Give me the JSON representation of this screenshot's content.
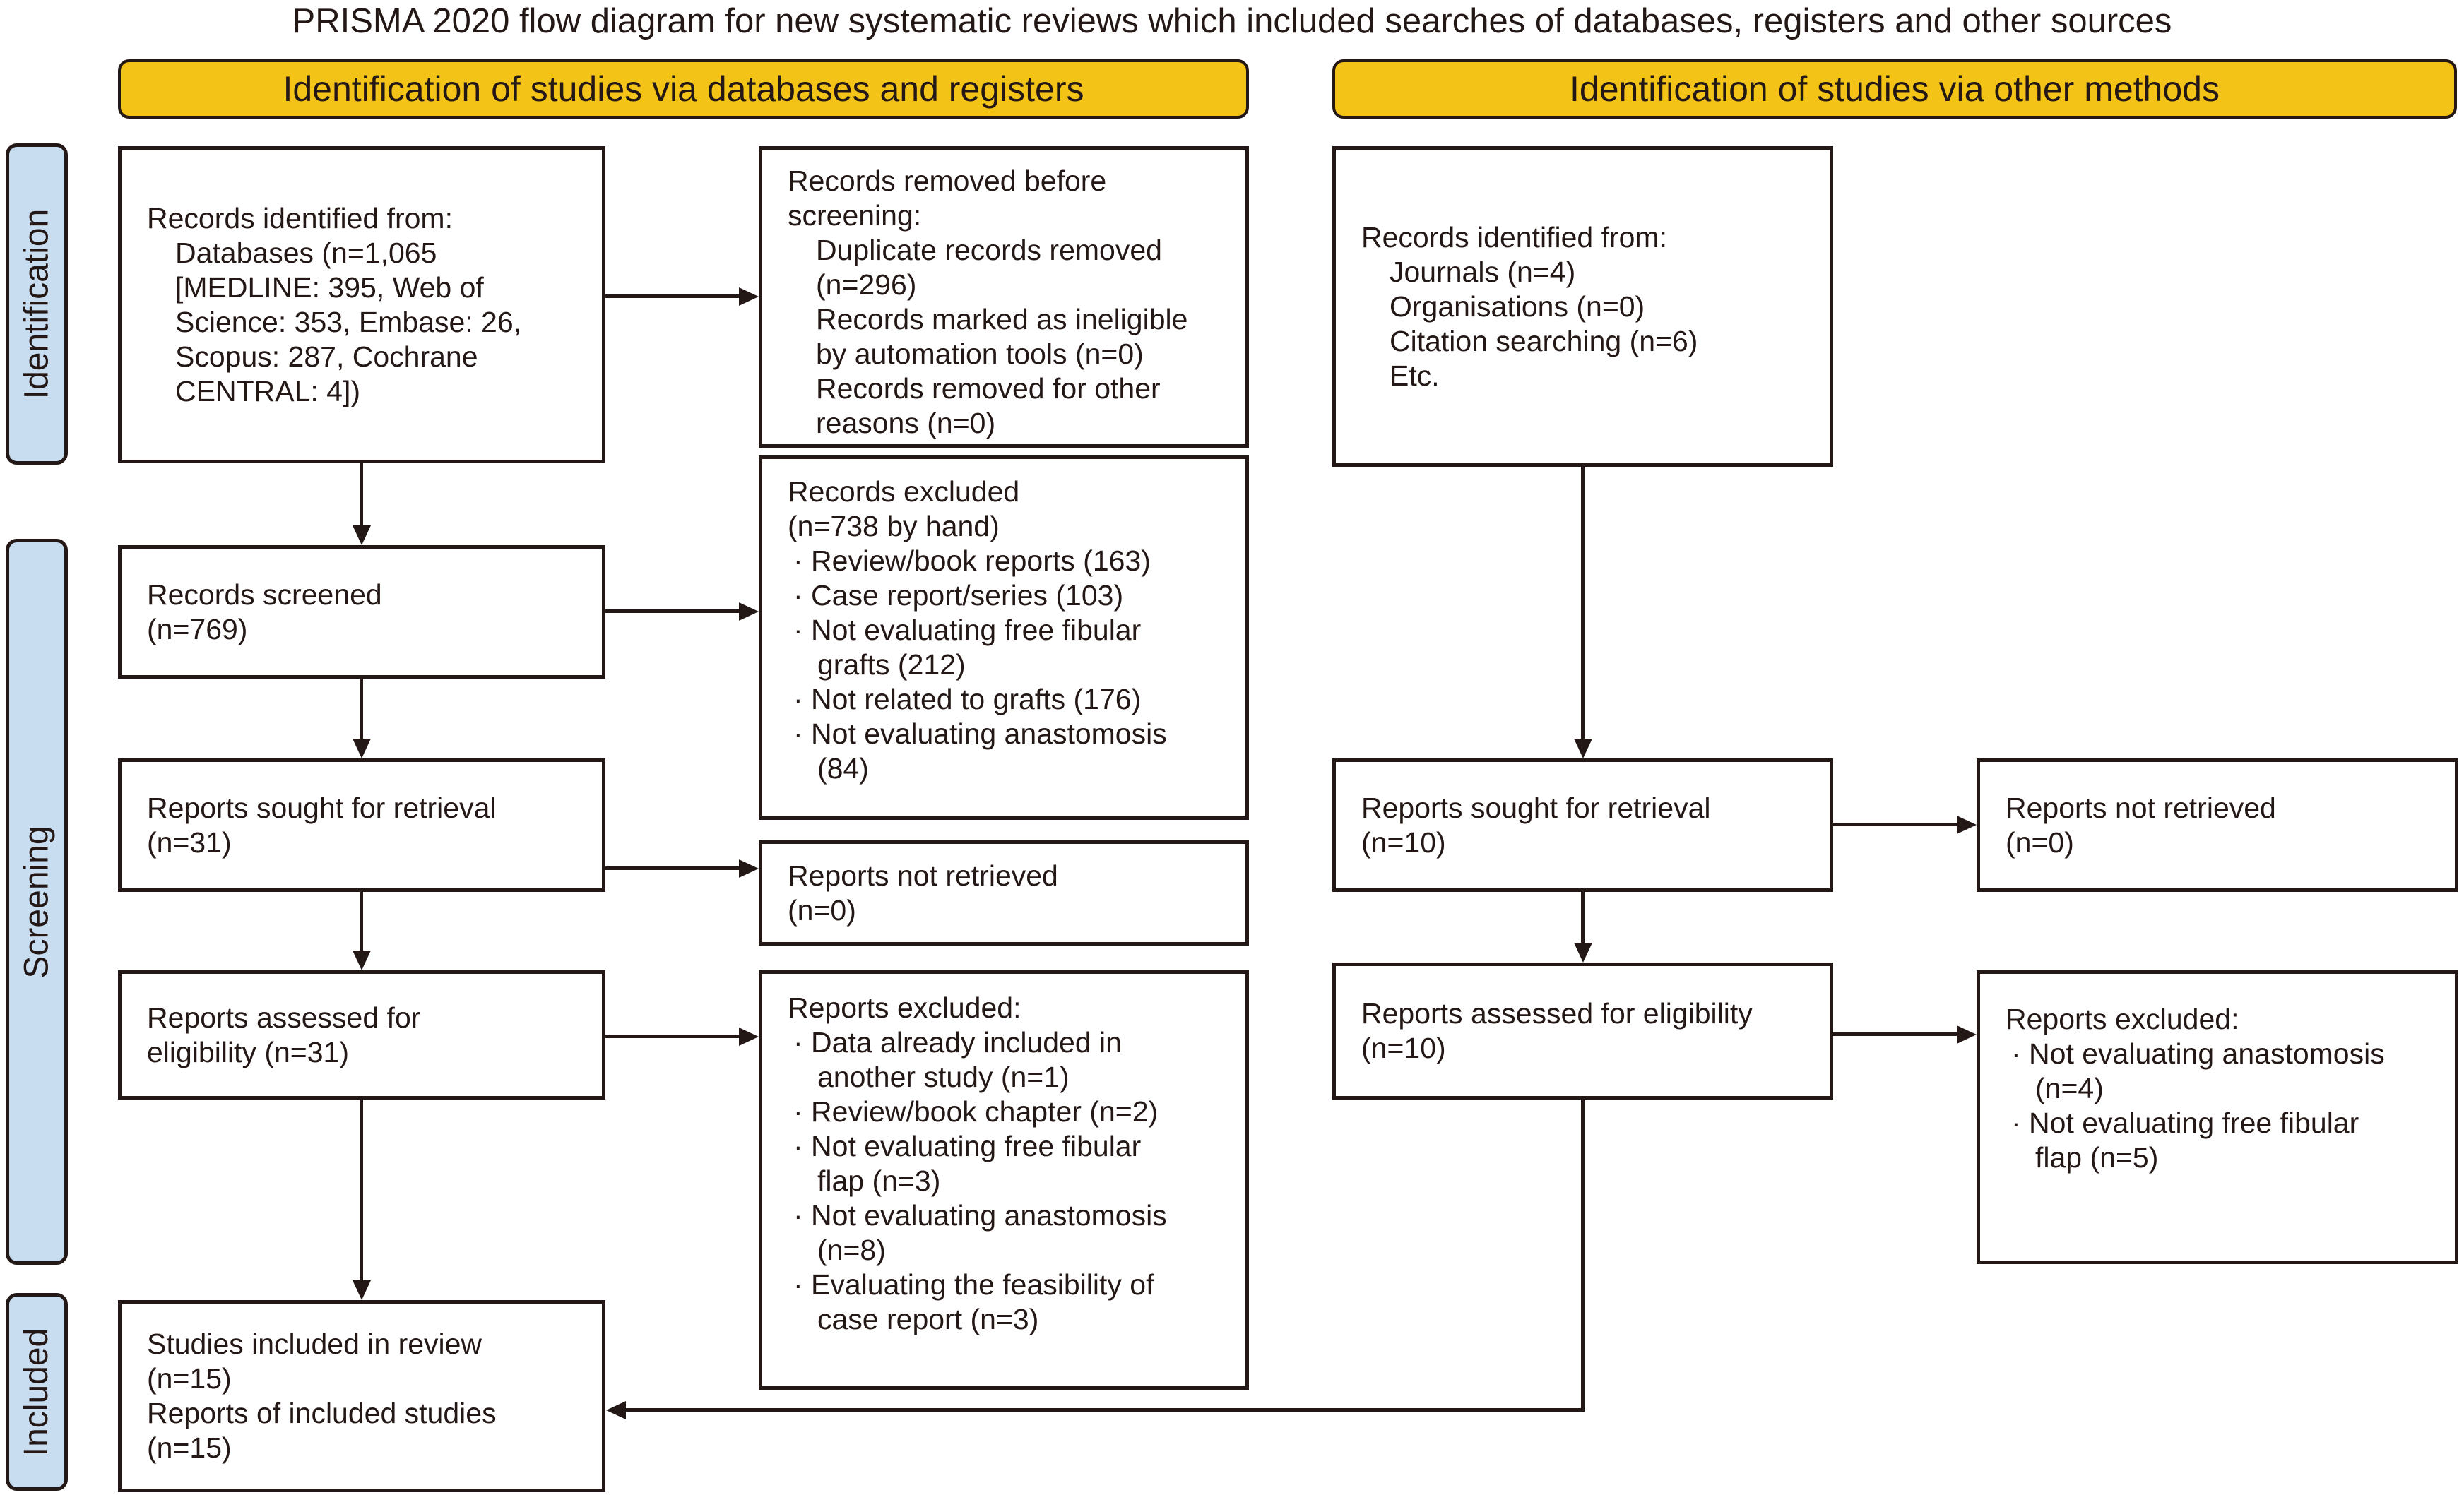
{
  "title": "PRISMA 2020 flow diagram for new systematic reviews which included searches of databases, registers and other sources",
  "banners": {
    "left": "Identification of studies via databases and registers",
    "right": "Identification of studies via other methods"
  },
  "sidebar": {
    "identification": "Identification",
    "screening": "Screening",
    "included": "Included"
  },
  "colors": {
    "banner_bg": "#F3C318",
    "sidebar_bg": "#C9DDF1",
    "ink": "#231815",
    "box_bg": "#FFFFFF"
  },
  "boxes": {
    "records_identified_db": {
      "lines": [
        "Records identified from:",
        "Databases (n=1,065",
        "[MEDLINE: 395, Web of",
        "Science: 353, Embase: 26,",
        "Scopus: 287, Cochrane",
        "CENTRAL: 4])"
      ]
    },
    "records_removed": {
      "lines": [
        "Records removed before",
        "screening:",
        "Duplicate records removed",
        "(n=296)",
        "Records marked as ineligible",
        "by automation tools (n=0)",
        "Records removed for other",
        "reasons (n=0)"
      ]
    },
    "records_identified_other": {
      "lines": [
        "Records identified from:",
        "Journals (n=4)",
        "Organisations (n=0)",
        "Citation searching (n=6)",
        "Etc."
      ]
    },
    "records_screened": {
      "lines": [
        "Records screened",
        "(n=769)"
      ]
    },
    "records_excluded": {
      "lines": [
        "Records excluded",
        "(n=738 by hand)",
        "· Review/book reports (163)",
        "· Case report/series (103)",
        "· Not evaluating free fibular",
        "grafts (212)",
        "· Not related to grafts (176)",
        "· Not evaluating anastomosis",
        "(84)"
      ]
    },
    "reports_sought_db": {
      "lines": [
        "Reports sought for retrieval",
        "(n=31)"
      ]
    },
    "reports_not_retrieved_db": {
      "lines": [
        "Reports not retrieved",
        "(n=0)"
      ]
    },
    "reports_sought_other": {
      "lines": [
        "Reports sought for retrieval",
        "(n=10)"
      ]
    },
    "reports_not_retrieved_other": {
      "lines": [
        "Reports not retrieved",
        "(n=0)"
      ]
    },
    "reports_assessed_db": {
      "lines": [
        "Reports assessed for",
        "eligibility (n=31)"
      ]
    },
    "reports_excluded_db": {
      "lines": [
        "Reports excluded:",
        "· Data already included in",
        "another study (n=1)",
        "· Review/book chapter (n=2)",
        "· Not evaluating free fibular",
        "flap (n=3)",
        "· Not evaluating anastomosis",
        "(n=8)",
        "· Evaluating the feasibility of",
        "case report (n=3)"
      ]
    },
    "reports_assessed_other": {
      "lines": [
        "Reports assessed for eligibility",
        "(n=10)"
      ]
    },
    "reports_excluded_other": {
      "lines": [
        "Reports excluded:",
        "· Not evaluating anastomosis",
        "(n=4)",
        "· Not evaluating free fibular",
        "flap (n=5)"
      ]
    },
    "studies_included": {
      "lines": [
        "Studies included in review",
        "(n=15)",
        "Reports of included studies",
        "(n=15)"
      ]
    }
  }
}
